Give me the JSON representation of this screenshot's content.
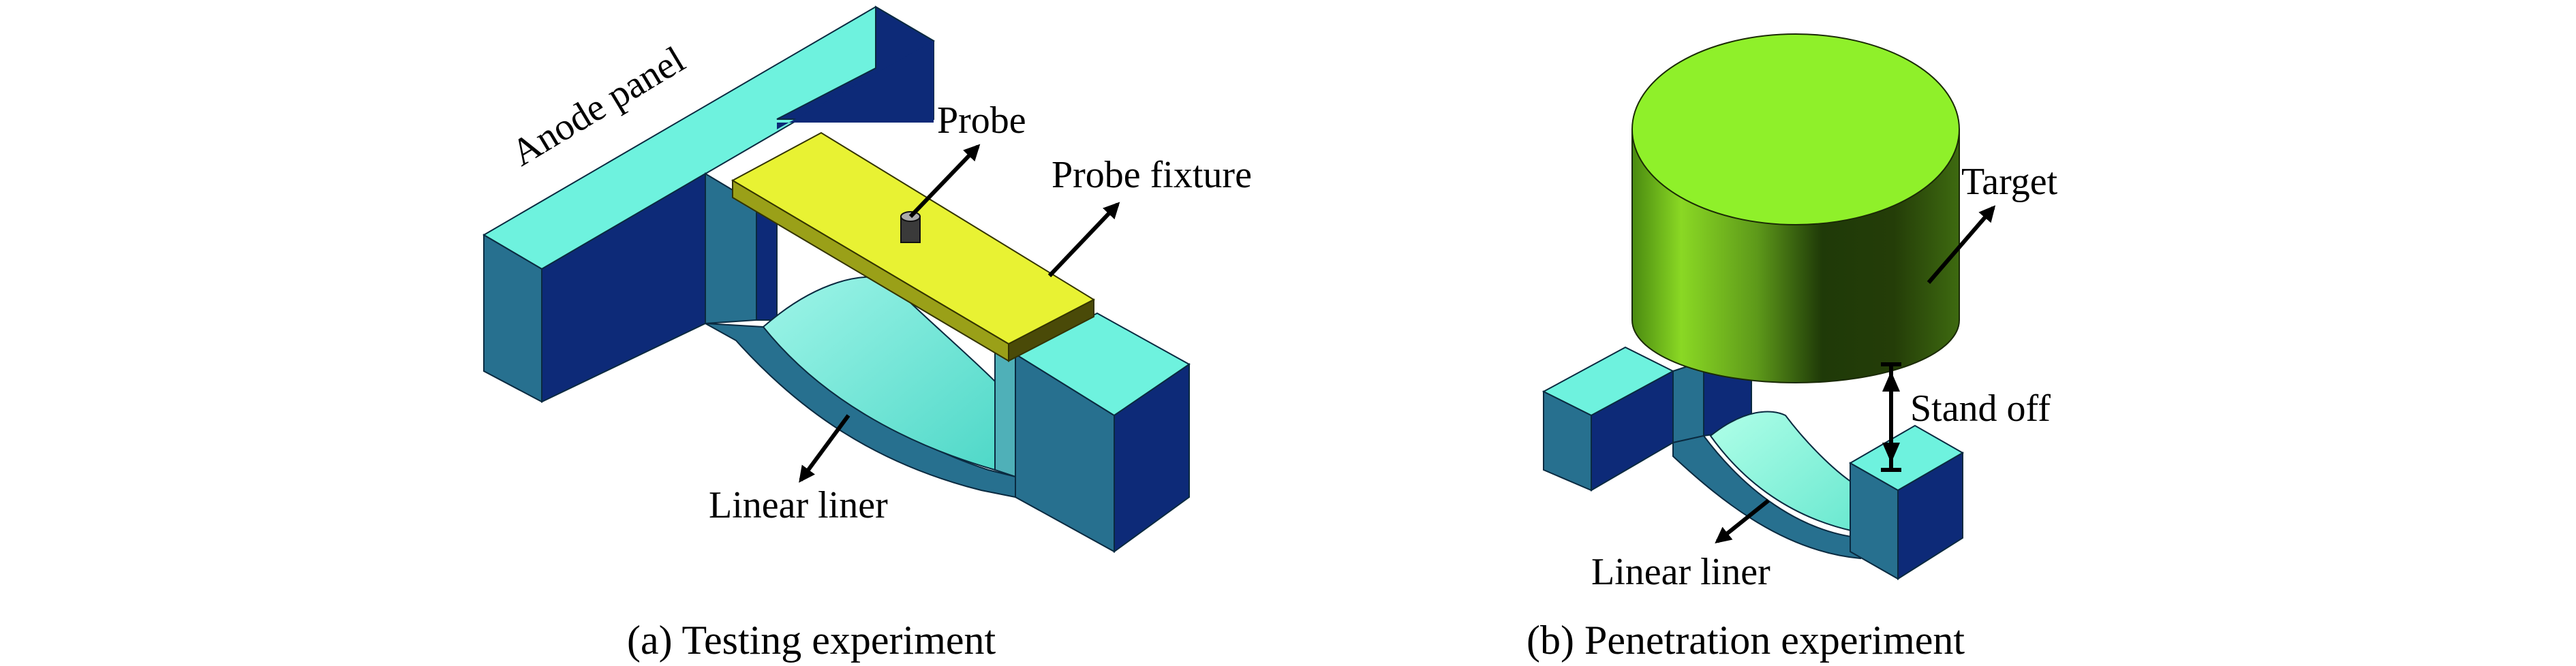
{
  "panel_a": {
    "caption": "(a) Testing experiment",
    "labels": {
      "anode_panel": "Anode panel",
      "probe": "Probe",
      "probe_fixture": "Probe fixture",
      "linear_liner": "Linear liner"
    }
  },
  "panel_b": {
    "caption": "(b) Penetration experiment",
    "labels": {
      "target": "Target",
      "stand_off": "Stand off",
      "linear_liner": "Linear liner"
    }
  },
  "colors": {
    "cyan_top": "#6ef2de",
    "cyan_side": "#27708f",
    "navy": "#0d2a78",
    "probe_fixture_yellow": "#e8f233",
    "target_green": "#8ff02a"
  }
}
